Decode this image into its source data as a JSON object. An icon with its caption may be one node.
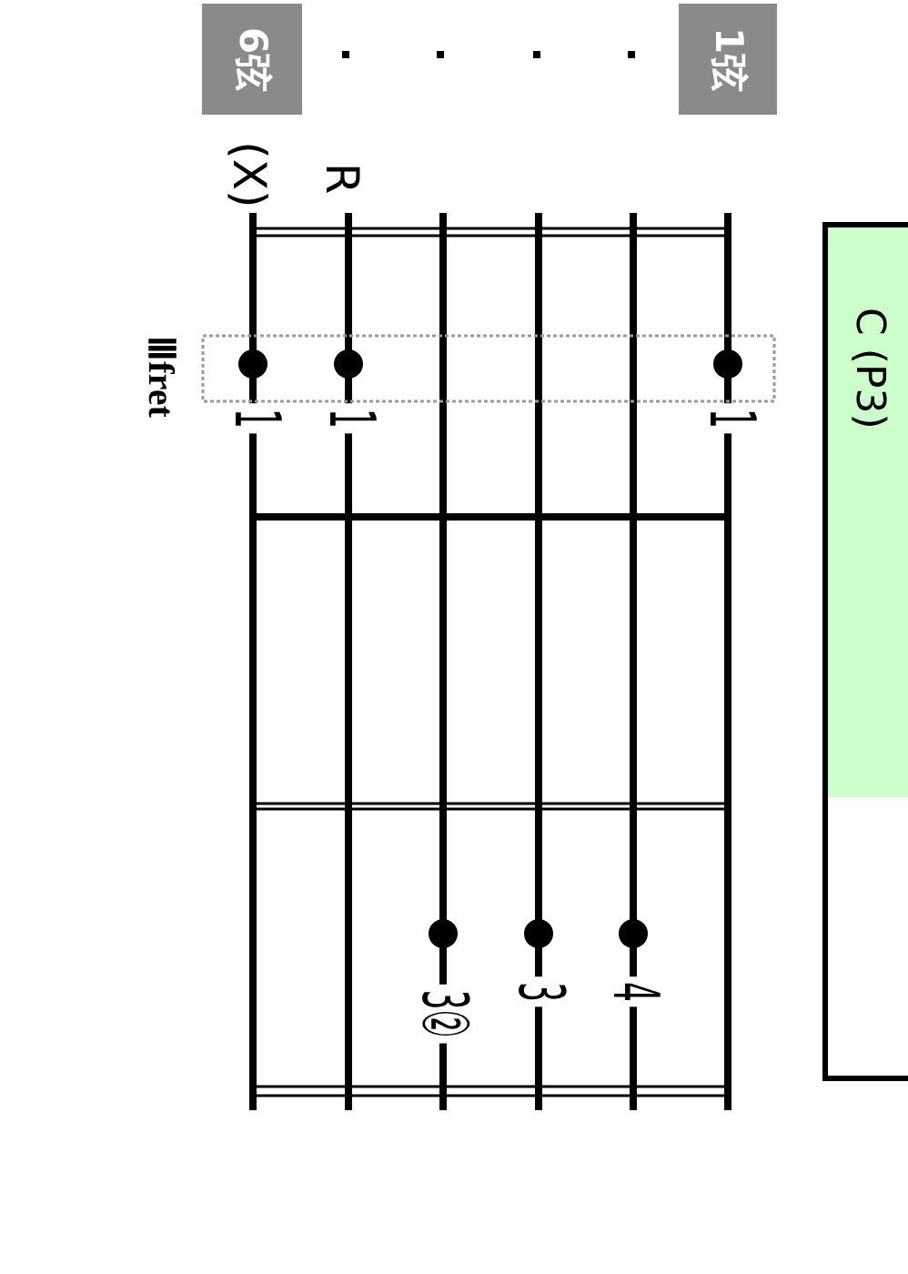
{
  "diagram": {
    "nodes": [
      {
        "text": [
          "6弦"
        ]
      },
      {
        "text": [
          "1弦"
        ]
      },
      {
        "text": [
          "C (P3)"
        ]
      }
    ],
    "labels": [
      "(X)",
      "R",
      "1",
      "1",
      "1",
      "Ⅲfret",
      "3②",
      "3",
      "4"
    ]
  }
}
